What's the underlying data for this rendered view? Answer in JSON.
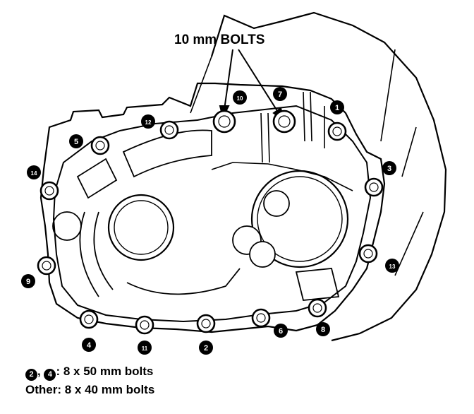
{
  "callout": {
    "label": "10 mm BOLTS"
  },
  "bolts": [
    {
      "number": "1"
    },
    {
      "number": "2"
    },
    {
      "number": "3"
    },
    {
      "number": "4"
    },
    {
      "number": "5"
    },
    {
      "number": "6"
    },
    {
      "number": "7"
    },
    {
      "number": "8"
    },
    {
      "number": "9"
    },
    {
      "number": "10"
    },
    {
      "number": "11"
    },
    {
      "number": "12"
    },
    {
      "number": "13"
    },
    {
      "number": "14"
    }
  ],
  "legend": {
    "line1": {
      "marker_a": "2",
      "marker_b": "4",
      "text": ": 8 x 50 mm bolts"
    },
    "line2": {
      "label": "Other:",
      "text": "8 x 40 mm bolts"
    }
  }
}
